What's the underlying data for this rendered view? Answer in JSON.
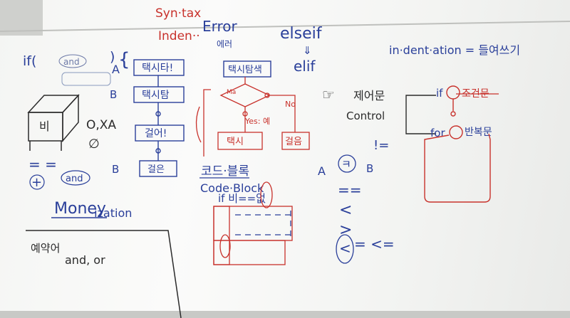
{
  "red_top": {
    "syntax": "Syn·tax",
    "inden": "Inden··"
  },
  "error_note": {
    "word": "Error",
    "korean": "에러"
  },
  "elseif_note": {
    "elseif": "elseif",
    "arrow": "⇓",
    "elif": "elif"
  },
  "indentation_note": "in·dent·ation = 들여쓰기",
  "if_block": {
    "if": "if(",
    "and": "and",
    "close": ")",
    "brace": "{",
    "a": "A",
    "b1": "B",
    "b2": "B"
  },
  "box_drawing": {
    "korean": "비",
    "oxa": "O,XA",
    "empty": "∅"
  },
  "operators": {
    "eq": "= =",
    "plus": "+",
    "and": "and"
  },
  "money": {
    "word": "Money",
    "suffix": "·ization"
  },
  "example_box": {
    "title": "예약어",
    "keywords": "and, or"
  },
  "flowchart1": {
    "n1": "택시타!",
    "n2": "택시탐",
    "n3": "걸어!",
    "n4": "걸은"
  },
  "flowchart2": {
    "top": "택시탐색",
    "yes": "Yes: 예",
    "no": "No",
    "left": "택시",
    "right": "걸음",
    "cond": "Ma"
  },
  "code_block": {
    "korean": "코드·블록",
    "english": "Code·Block",
    "condition": "if 비==없"
  },
  "control": {
    "korean": "제어문",
    "english": "Control",
    "a": "A",
    "b": "B",
    "ne": "!=",
    "ki": "ㅋ",
    "eq": "==",
    "lt": "<",
    "gt": ">",
    "lte": "<",
    "lte_eq": "= <=",
    "top": "☞"
  },
  "right_diagram": {
    "if": "if",
    "if_cond": "조건문",
    "for": "for",
    "for_cond": "반복문"
  }
}
